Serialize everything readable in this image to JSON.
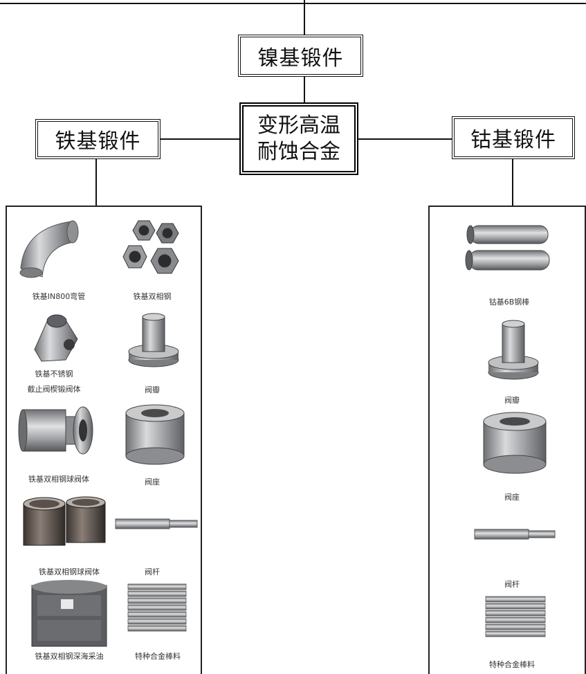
{
  "diagram": {
    "top_node": "镍基锻件",
    "center_node": "变形高温\n耐蚀合金",
    "left_node": "铁基锻件",
    "right_node": "钴基锻件"
  },
  "left_panel": {
    "items": [
      {
        "caption": "铁基IN800弯管",
        "icon": "elbow-pipe-icon"
      },
      {
        "caption": "铁基双相钢",
        "icon": "hex-nuts-icon"
      },
      {
        "caption": "铁基不锈钢\n截止阀楔锻阀体",
        "icon": "valve-body-icon"
      },
      {
        "caption": "阀瓣",
        "icon": "valve-disc-icon"
      },
      {
        "caption": "铁基双相钢球阀体",
        "icon": "ball-valve-body-icon"
      },
      {
        "caption": "阀座",
        "icon": "valve-seat-icon"
      },
      {
        "caption": "铁基双相钢球阀体",
        "icon": "valve-rings-icon"
      },
      {
        "caption": "阀杆",
        "icon": "valve-stem-icon"
      },
      {
        "caption": "铁基双相钢深海采油",
        "icon": "forged-rings-icon"
      },
      {
        "caption": "特种合金棒料",
        "icon": "alloy-bars-icon"
      }
    ]
  },
  "right_panel": {
    "items": [
      {
        "caption": "钴基6B钢棒",
        "icon": "steel-rods-icon"
      },
      {
        "caption": "阀瓣",
        "icon": "valve-disc-icon"
      },
      {
        "caption": "阀座",
        "icon": "valve-seat-icon"
      },
      {
        "caption": "阀杆",
        "icon": "valve-stem-icon"
      },
      {
        "caption": "特种合金棒料",
        "icon": "alloy-bars-icon"
      }
    ]
  }
}
